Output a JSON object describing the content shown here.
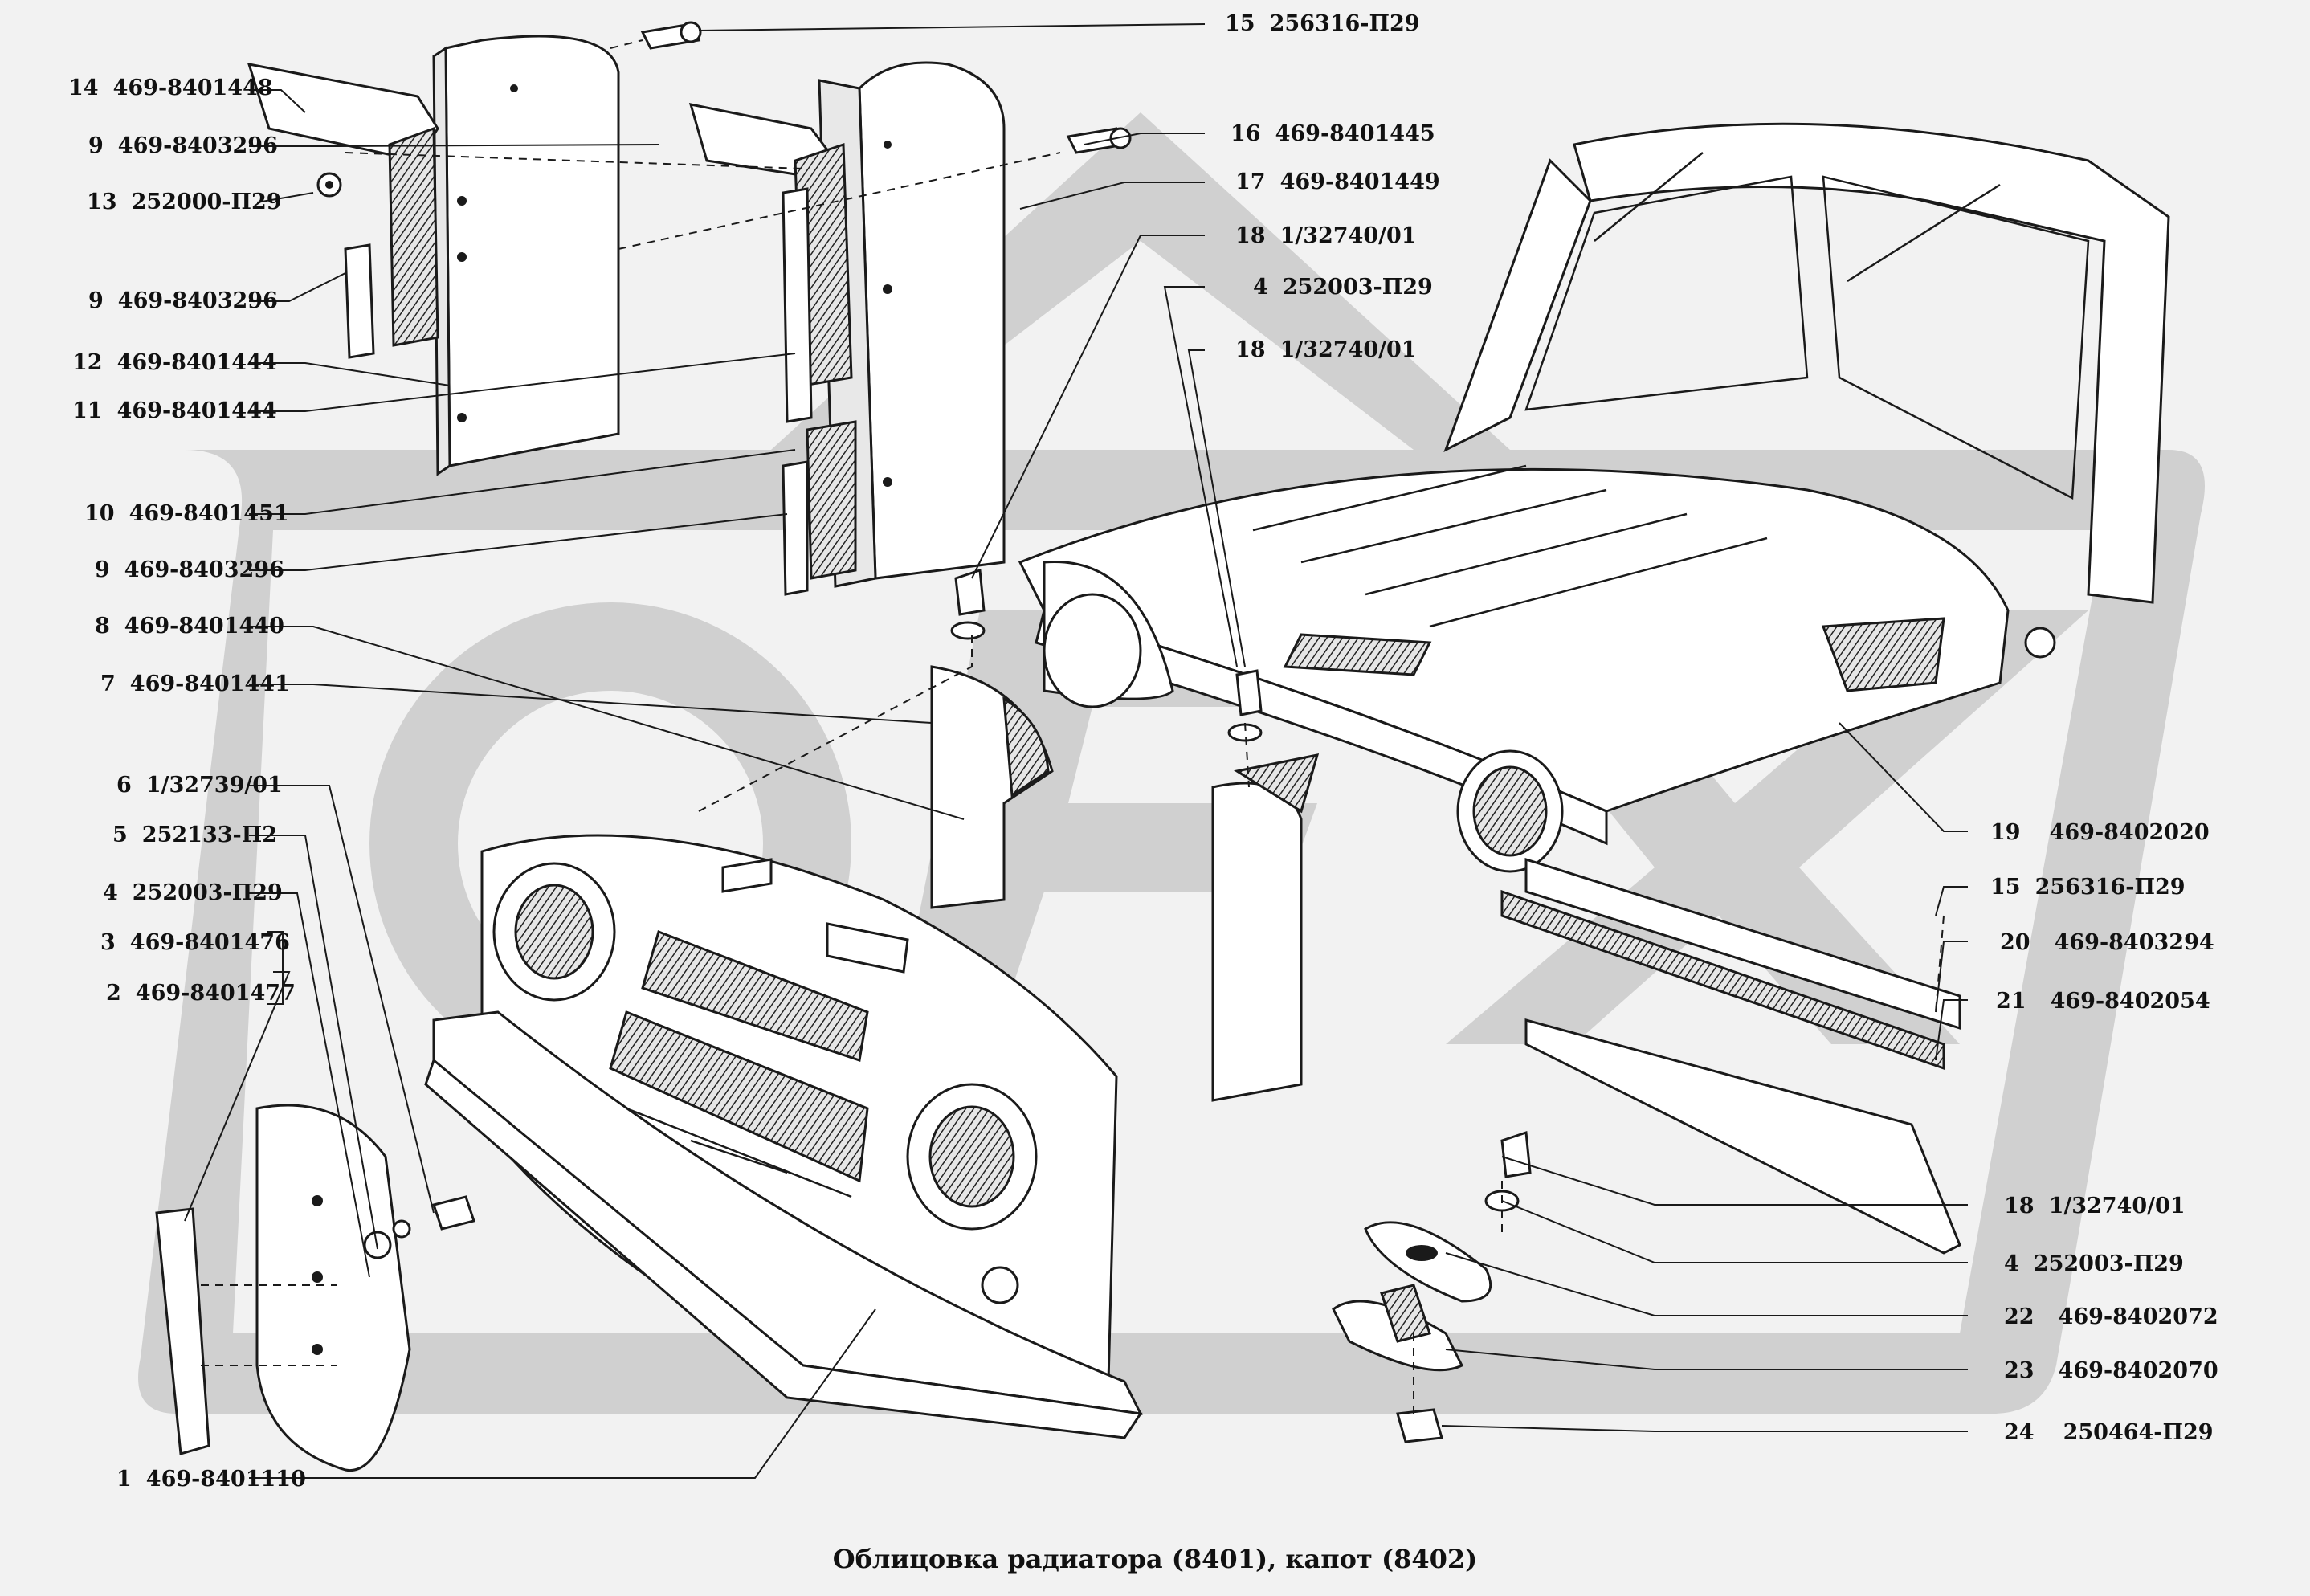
{
  "caption": "Облицовка радиатора (8401), капот (8402)",
  "colors": {
    "background": "#f2f2f2",
    "watermark": "#c4c4c4",
    "ink": "#1a1a1a"
  },
  "left_labels": [
    {
      "num": "14",
      "code": "469-8401448"
    },
    {
      "num": "9",
      "code": "469-8403296"
    },
    {
      "num": "13",
      "code": "252000-П29"
    },
    {
      "num": "9",
      "code": "469-8403296"
    },
    {
      "num": "12",
      "code": "469-8401444"
    },
    {
      "num": "11",
      "code": "469-8401444"
    },
    {
      "num": "10",
      "code": "469-8401451"
    },
    {
      "num": "9",
      "code": "469-8403296"
    },
    {
      "num": "8",
      "code": "469-8401440"
    },
    {
      "num": "7",
      "code": "469-8401441"
    },
    {
      "num": "6",
      "code": "1/32739/01"
    },
    {
      "num": "5",
      "code": "252133-П2"
    },
    {
      "num": "4",
      "code": "252003-П29"
    },
    {
      "num": "3",
      "code": "469-8401476"
    },
    {
      "num": "2",
      "code": "469-8401477"
    },
    {
      "num": "1",
      "code": "469-8401110"
    }
  ],
  "top_labels": [
    {
      "num": "15",
      "code": "256316-П29"
    },
    {
      "num": "16",
      "code": "469-8401445"
    },
    {
      "num": "17",
      "code": "469-8401449"
    },
    {
      "num": "18",
      "code": "1/32740/01"
    },
    {
      "num": "4",
      "code": "252003-П29"
    },
    {
      "num": "18",
      "code": "1/32740/01"
    }
  ],
  "right_labels": [
    {
      "num": "19",
      "code": "469-8402020"
    },
    {
      "num": "15",
      "code": "256316-П29"
    },
    {
      "num": "20",
      "code": "469-8403294"
    },
    {
      "num": "21",
      "code": "469-8402054"
    },
    {
      "num": "18",
      "code": "1/32740/01"
    },
    {
      "num": "4",
      "code": "252003-П29"
    },
    {
      "num": "22",
      "code": "469-8402072"
    },
    {
      "num": "23",
      "code": "469-8402070"
    },
    {
      "num": "24",
      "code": "250464-П29"
    }
  ]
}
